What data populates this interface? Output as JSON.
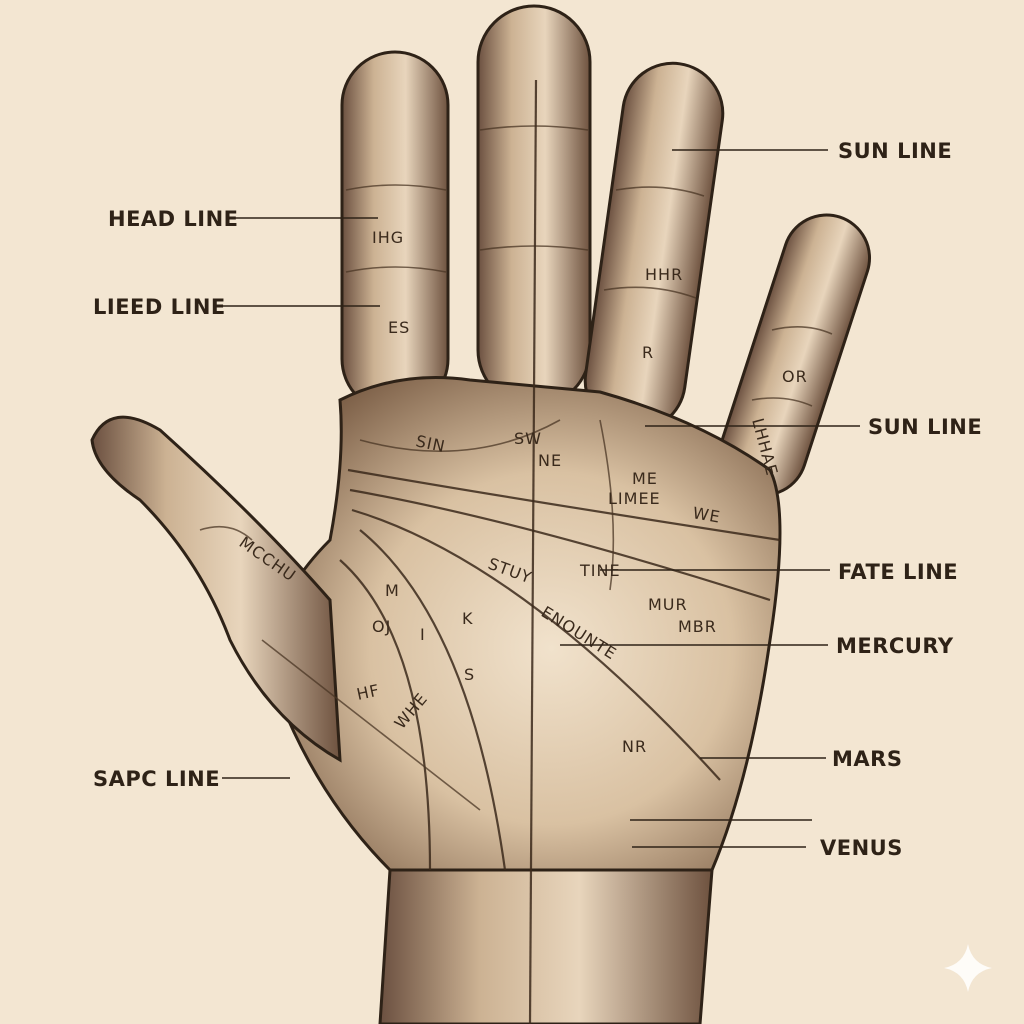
{
  "callouts": {
    "head_line": "HEAD LINE",
    "lieed_line": "LIEED LINE",
    "sapc_line": "SAPC LINE",
    "sun_line_top": "SUN LINE",
    "sun_line_mid": "SUN LINE",
    "fate_line": "FATE LINE",
    "mercury": "MERCURY",
    "mars": "MARS",
    "venus": "VENUS"
  },
  "hand_text": {
    "ihg": "IHG",
    "es": "ES",
    "hhr": "HHR",
    "r": "R",
    "or": "OR",
    "lhhae": "LHHAE",
    "sin": "SIN",
    "swne_1": "SW",
    "swne_2": "NE",
    "me": "ME",
    "limee": "LIMEE",
    "we": "WE",
    "mcchu": "MCCHU",
    "stuy": "STUY",
    "enounte": "ENOUNTE",
    "tine": "TINE",
    "mur": "MUR",
    "mbr": "MBR",
    "m": "M",
    "k": "K",
    "oj": "OJ",
    "i": "I",
    "s": "S",
    "hf": "HF",
    "whe": "WHE",
    "nr": "NR"
  },
  "colors": {
    "background": "#f3e6d2",
    "ink": "#2e2217",
    "skin_light": "#eddcc4",
    "skin_shadow": "#8a6d52"
  },
  "icons": [
    "sparkle-icon"
  ]
}
